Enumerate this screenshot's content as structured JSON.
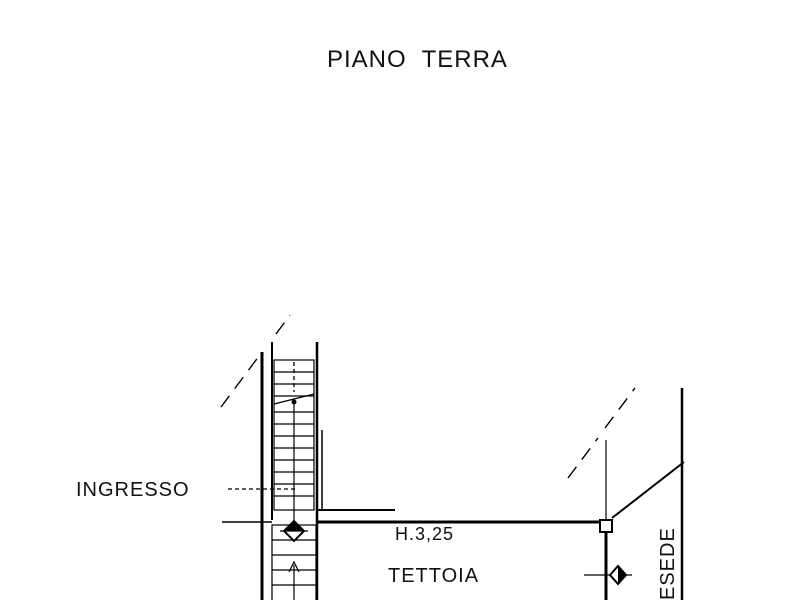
{
  "title": "PIANO  TERRA",
  "labels": {
    "ingresso": "INGRESSO",
    "height": "H.3,25",
    "tettoia": "TETTOIA",
    "esede": "ESEDE"
  },
  "icons": [
    "north-arrow-icon",
    "section-marker-icon",
    "staircase"
  ]
}
